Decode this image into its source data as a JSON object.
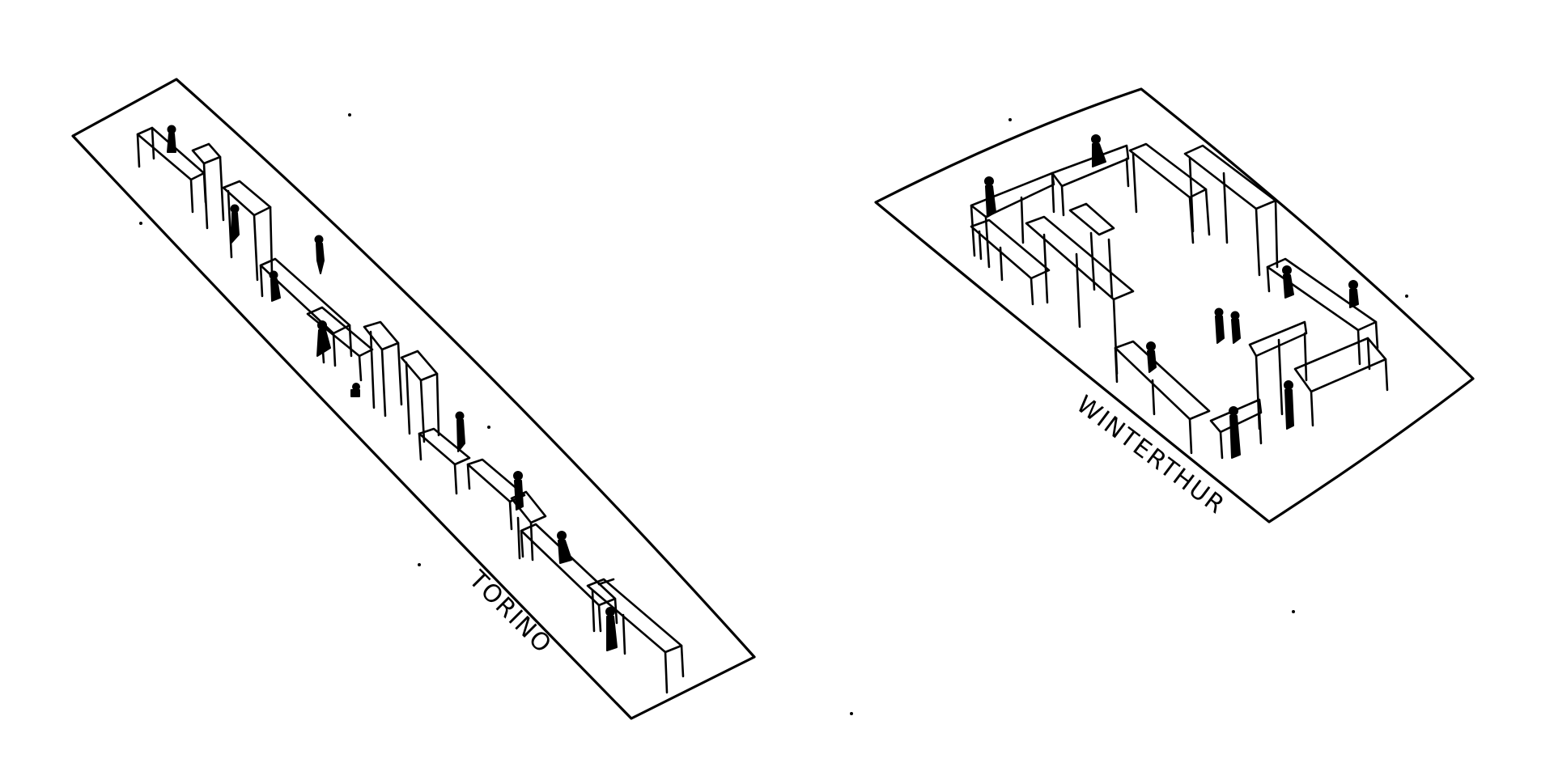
{
  "sketches": [
    {
      "id": "torino",
      "label": "TORINO"
    },
    {
      "id": "winterthur",
      "label": "WINTERTHUR"
    }
  ],
  "colors": {
    "background": "#ffffff",
    "ink": "#000000"
  }
}
